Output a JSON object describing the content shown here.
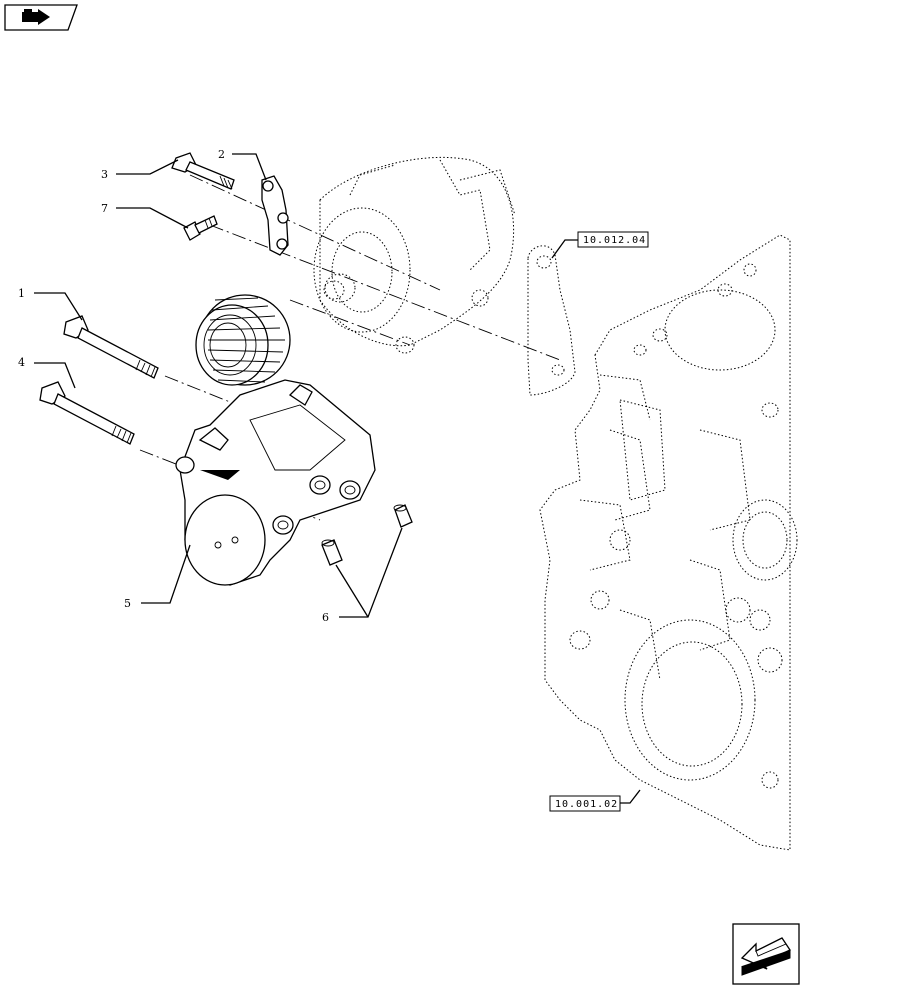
{
  "callouts": [
    {
      "id": "1",
      "label": "1"
    },
    {
      "id": "2",
      "label": "2"
    },
    {
      "id": "3",
      "label": "3"
    },
    {
      "id": "4",
      "label": "4"
    },
    {
      "id": "5",
      "label": "5"
    },
    {
      "id": "6",
      "label": "6"
    },
    {
      "id": "7",
      "label": "7"
    }
  ],
  "references": {
    "ref_top": "10.012.04",
    "ref_bottom": "10.001.02"
  },
  "icons": {
    "top_left": "book-arrow-icon",
    "bottom_right": "next-page-arrow-icon"
  }
}
